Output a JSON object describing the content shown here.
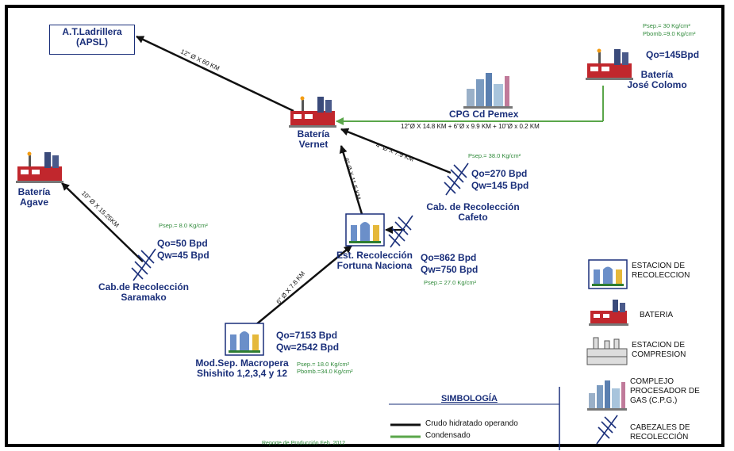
{
  "nodes": {
    "ladrillera": {
      "line1": "A.T.Ladrillera",
      "line2": "(APSL)"
    },
    "vernet": {
      "line1": "Batería",
      "line2": "Vernet"
    },
    "agave": {
      "line1": "Batería",
      "line2": "Agave"
    },
    "colomo": {
      "line1": "Batería",
      "line2": "José Colomo",
      "qo": "Qo=145Bpd",
      "psep": "Psep.= 30 Kg/cm²",
      "pbomb": "Pbomb.=9.0 Kg/cm²"
    },
    "cpg": {
      "label": "CPG Cd Pemex"
    },
    "cafeto": {
      "line1": "Cab. de Recolección",
      "line2": "Cafeto",
      "qo": "Qo=270 Bpd",
      "qw": "Qw=145 Bpd",
      "psep": "Psep.= 38.0 Kg/cm²"
    },
    "saramako": {
      "line1": "Cab.de Recolección",
      "line2": "Saramako",
      "qo": "Qo=50 Bpd",
      "qw": "Qw=45 Bpd",
      "psep": "Psep.= 8.0 Kg/cm²"
    },
    "fortuna": {
      "line1": "Est. Recolección",
      "line2": "Fortuna Naciona",
      "qo": "Qo=862 Bpd",
      "qw": "Qw=750 Bpd",
      "psep": "Psep.= 27.0 Kg/cm²"
    },
    "shishito": {
      "line1": "Mod.Sep. Macropera",
      "line2": "Shishito 1,2,3,4 y 12",
      "qo": "Qo=7153 Bpd",
      "qw": "Qw=2542 Bpd",
      "psep": "Psep.= 18.0 Kg/cm²",
      "pbomb": "Pbomb.=34.0 Kg/cm²"
    }
  },
  "pipes": {
    "vernet_ladrillera": "12\" Ø X 60 KM",
    "cpg_vernet": "12\"Ø X 14.8 KM + 6\"Ø x 9.9 KM + 10\"Ø x 0.2 KM",
    "agave_saramako": "10\" Ø X 15.25KM",
    "fortuna_vernet": "6\" Ø X 11.5 KM",
    "cafeto_vernet": "4\" Ø X 7.9 KM",
    "shishito_fortuna": "6\" Ø X 7.8 KM"
  },
  "legend": {
    "title": "SIMBOLOGÍA",
    "crudo": "Crudo hidratado operando",
    "condensado": "Condensado",
    "estacion": [
      "ESTACION DE",
      "RECOLECCION"
    ],
    "bateria": "BATERIA",
    "compresion": [
      "ESTACION DE",
      "COMPRESION"
    ],
    "cpg": [
      "COMPLEJO",
      "PROCESADOR DE",
      "GAS (C.P.G.)"
    ],
    "cabezales": [
      "CABEZALES DE",
      "RECOLECCIÓN"
    ]
  },
  "footer": "Reporte de Producción Feb. 2012",
  "colors": {
    "crude": "#111111",
    "condensate": "#5aa64a",
    "label": "#1a2f7a",
    "pressure": "#2f8a3a"
  }
}
